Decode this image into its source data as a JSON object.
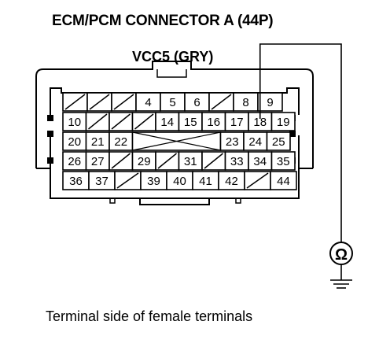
{
  "title": "ECM/PCM CONNECTOR A (44P)",
  "wire_label": "VCC5 (GRY)",
  "caption": "Terminal side of female terminals",
  "meter_symbol": "Ω",
  "meter_icon": "ohmmeter-icon",
  "ground_icon": "ground-icon",
  "connector": {
    "rows": [
      [
        "",
        "",
        "",
        "4",
        "5",
        "6",
        "",
        "8",
        "9"
      ],
      [
        "10",
        "",
        "",
        "",
        "14",
        "15",
        "16",
        "17",
        "18",
        "19"
      ],
      [
        "20",
        "21",
        "22",
        "",
        "23",
        "24",
        "25"
      ],
      [
        "26",
        "27",
        "",
        "29",
        "",
        "31",
        "",
        "33",
        "34",
        "35"
      ],
      [
        "36",
        "37",
        "",
        "39",
        "40",
        "41",
        "42",
        "",
        "44"
      ]
    ],
    "probe_terminal": "18"
  }
}
